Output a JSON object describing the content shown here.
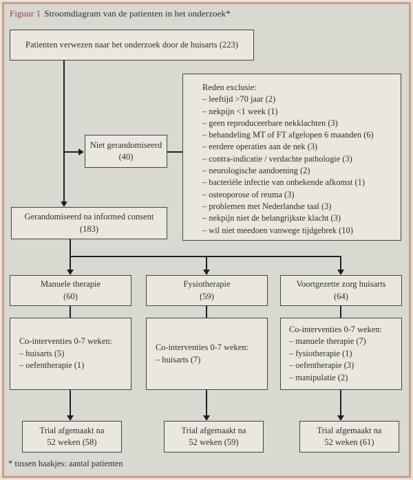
{
  "figure": {
    "label": "Figuur 1",
    "title": "Stroomdiagram van de patienten in het onderzoek*",
    "footnote": "* tussen haakjes: aantal patienten"
  },
  "colors": {
    "frame_border": "#c79e91",
    "canvas_bg": "#d9d8d1",
    "box_fill": "#e9e7de",
    "box_border": "#44443e",
    "connector": "#1f1f1d",
    "title_accent": "#9e3a46",
    "text": "#2f2e2a"
  },
  "boxes": {
    "referred": {
      "line1": "Patienten verwezen naar het onderzoek door de huisarts (223)"
    },
    "not_randomised": {
      "line1": "Niet gerandomiseerd",
      "line2": "(40)"
    },
    "exclusion": {
      "title": "Reden exclusie:",
      "items": [
        "– leeftijd >70 jaar (2)",
        "– nekpijn <1 week (1)",
        "– geen reproduceerbare nekklachten (3)",
        "– behandeling MT of FT afgelopen 6 maanden (6)",
        "– eerdere operaties aan de nek (3)",
        "– contra-indicatie / verdachte pathologie (3)",
        "– neurologische aandoening (2)",
        "– bacteriële infectie van onbekende afkomst (1)",
        "– osteoporose of reuma (3)",
        "– problemen met Nederlandse taal (3)",
        "– nekpijn niet de belangrijkste klacht (3)",
        "– wil niet meedoen vanwege tijdgebrek (10)"
      ]
    },
    "randomised": {
      "line1": "Gerandomiseerd na informed consent",
      "line2": "(183)"
    },
    "groups": [
      {
        "line1": "Manuele therapie",
        "line2": "(60)"
      },
      {
        "line1": "Fysiotherapie",
        "line2": "(59)"
      },
      {
        "line1": "Voortgezette zorg huisarts",
        "line2": "(64)"
      }
    ],
    "cointerventions": [
      {
        "title": "Co-interventies 0-7 weken:",
        "items": [
          "– huisarts (5)",
          "– oefentherapie (1)"
        ]
      },
      {
        "title": "Co-interventies 0-7 weken:",
        "items": [
          "– huisarts (7)"
        ]
      },
      {
        "title": "Co-interventies 0-7 weken:",
        "items": [
          "– manuele therapie (7)",
          "– fysiotherapie (1)",
          "– oefentherapie (3)",
          "– manipulatie (2)"
        ]
      }
    ],
    "completed": [
      {
        "line1": "Trial afgemaakt na",
        "line2": "52 weken (58)"
      },
      {
        "line1": "Trial afgemaakt na",
        "line2": "52 weken (59)"
      },
      {
        "line1": "Trial afgemaakt na",
        "line2": "52 weken (61)"
      }
    ]
  }
}
